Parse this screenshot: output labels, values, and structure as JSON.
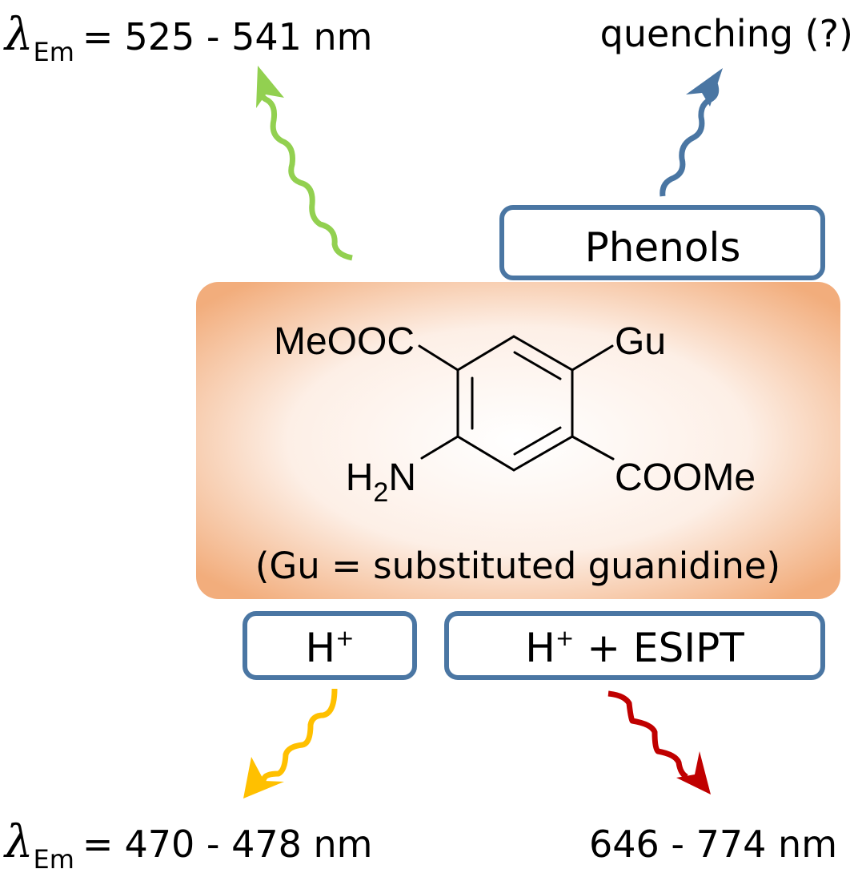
{
  "emissions": {
    "top_left": {
      "symbol": "λ",
      "subscript": "Em",
      "equals": "=",
      "value": "525 - 541 nm"
    },
    "top_right": {
      "value": "quenching (?)"
    },
    "bottom_left": {
      "symbol": "λ",
      "subscript": "Em",
      "equals": "=",
      "value": "470 - 478 nm"
    },
    "bottom_right": {
      "value": "646 - 774 nm"
    }
  },
  "boxes": {
    "phenols": "Phenols",
    "h_plus": {
      "base": "H",
      "sup": "+"
    },
    "h_plus_esipt": {
      "base": "H",
      "sup": "+",
      "rest": " + ESIPT"
    }
  },
  "molecule": {
    "sub_top_left": "MeOOC",
    "sub_top_right": "Gu",
    "sub_bottom_left_h": "H",
    "sub_bottom_left_sub": "2",
    "sub_bottom_left_n": "N",
    "sub_bottom_right": "COOMe",
    "caption": "(Gu = substituted guanidine)"
  },
  "colors": {
    "box_stroke": "#4a76a3",
    "green_arrow": "#92d050",
    "blue_arrow": "#4a76a3",
    "yellow_arrow": "#ffc000",
    "red_arrow": "#c00000",
    "panel_edge": "#f2ad7c"
  }
}
